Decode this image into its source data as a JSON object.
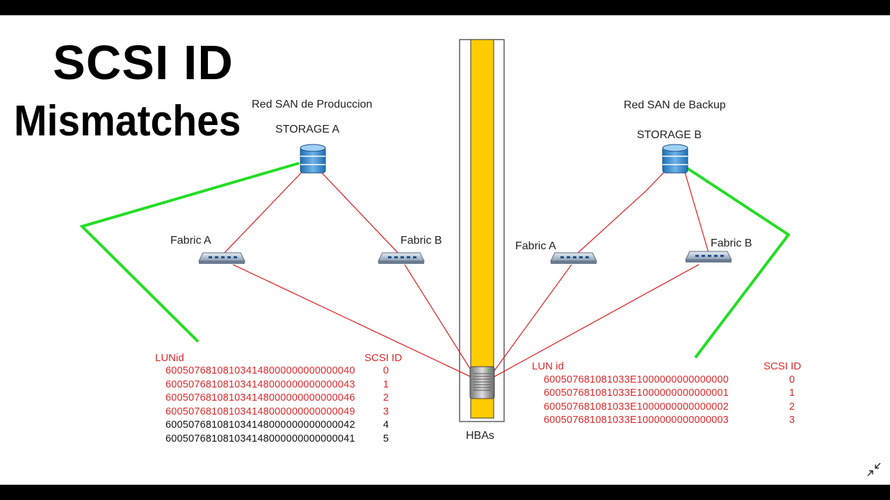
{
  "title": {
    "line1": "SCSI ID",
    "line2": "Mismatches"
  },
  "left": {
    "network": "Red SAN de Produccion",
    "storage": "STORAGE A",
    "fabric_a": "Fabric A",
    "fabric_b": "Fabric B",
    "table": {
      "header_lun": "LUNid",
      "header_scsi": "SCSI ID",
      "rows": [
        {
          "lun": "600507681081034148000000000000040",
          "scsi": "0",
          "color": "#e0282a"
        },
        {
          "lun": "600507681081034148000000000000043",
          "scsi": "1",
          "color": "#e0282a"
        },
        {
          "lun": "600507681081034148000000000000046",
          "scsi": "2",
          "color": "#e0282a"
        },
        {
          "lun": "600507681081034148000000000000049",
          "scsi": "3",
          "color": "#e0282a"
        },
        {
          "lun": "600507681081034148000000000000042",
          "scsi": "4",
          "color": "#111111"
        },
        {
          "lun": "600507681081034148000000000000041",
          "scsi": "5",
          "color": "#111111"
        }
      ]
    }
  },
  "right": {
    "network": "Red SAN de Backup",
    "storage": "STORAGE B",
    "fabric_a": "Fabric A",
    "fabric_b": "Fabric B",
    "table": {
      "header_lun": "LUN id",
      "header_scsi": "SCSI ID",
      "rows": [
        {
          "lun": "600507681081033E1000000000000000",
          "scsi": "0",
          "color": "#e0282a"
        },
        {
          "lun": "600507681081033E1000000000000001",
          "scsi": "1",
          "color": "#e0282a"
        },
        {
          "lun": "600507681081033E1000000000000002",
          "scsi": "2",
          "color": "#e0282a"
        },
        {
          "lun": "600507681081033E1000000000000003",
          "scsi": "3",
          "color": "#e0282a"
        }
      ]
    }
  },
  "hba_label": "HBAs",
  "colors": {
    "link": "#e0282a",
    "highlight": "#22dd22",
    "bar": "#ffcc00"
  },
  "icons": {
    "storage": "database-icon",
    "fabric": "switch-icon",
    "server": "server-icon",
    "collapse": "collapse-arrows-icon"
  }
}
